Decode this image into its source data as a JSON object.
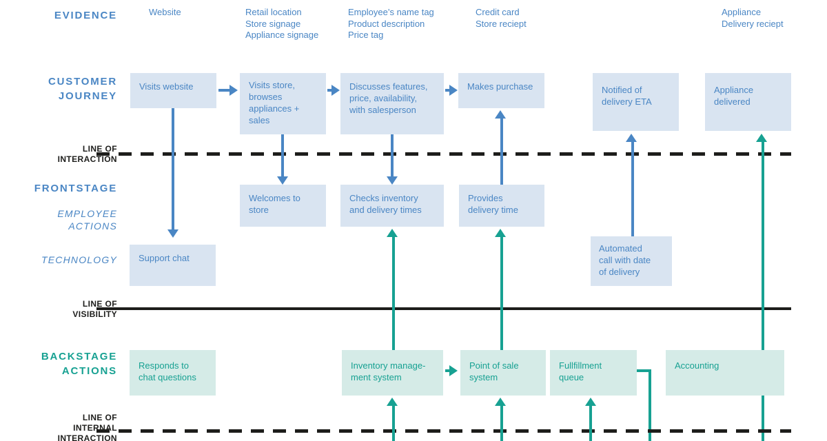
{
  "palette": {
    "blue_text": "#4a86c4",
    "blue_box_fill": "#d9e4f1",
    "teal_text": "#17a192",
    "teal_box_fill": "#d5ebe7",
    "line_black": "#1d1d1b"
  },
  "labels": {
    "evidence": "EVIDENCE",
    "customer_journey": "CUSTOMER\nJOURNEY",
    "line_of_interaction": "LINE OF\nINTERACTION",
    "frontstage": "FRONTSTAGE",
    "employee_actions": "EMPLOYEE\nACTIONS",
    "technology": "TECHNOLOGY",
    "line_of_visibility": "LINE OF\nVISIBILITY",
    "backstage_actions": "BACKSTAGE\nACTIONS",
    "line_of_internal_interaction": "LINE OF\nINTERNAL\nINTERACTION"
  },
  "evidence": {
    "items": [
      "Website",
      "Retail location\nStore signage\nAppliance signage",
      "Employee’s name tag\nProduct description\nPrice tag",
      "Credit card\nStore reciept",
      "Appliance\nDelivery reciept"
    ]
  },
  "customer_journey": {
    "boxes": [
      "Visits website",
      "Visits store,\nbrowses\nappliances +\nsales",
      "Discusses features,\nprice, availability,\nwith salesperson",
      "Makes purchase",
      "Notified of\ndelivery ETA",
      "Appliance\ndelivered"
    ]
  },
  "frontstage": {
    "employee_boxes": [
      "Welcomes to\nstore",
      "Checks inventory\nand delivery times",
      "Provides\ndelivery time"
    ],
    "technology_boxes": [
      "Support chat",
      "Automated\ncall with date\nof delivery"
    ]
  },
  "backstage": {
    "boxes": [
      "Responds to\nchat questions",
      "Inventory manage-\nment system",
      "Point of sale\nsystem",
      "Fullfillment\nqueue",
      "Accounting"
    ]
  }
}
